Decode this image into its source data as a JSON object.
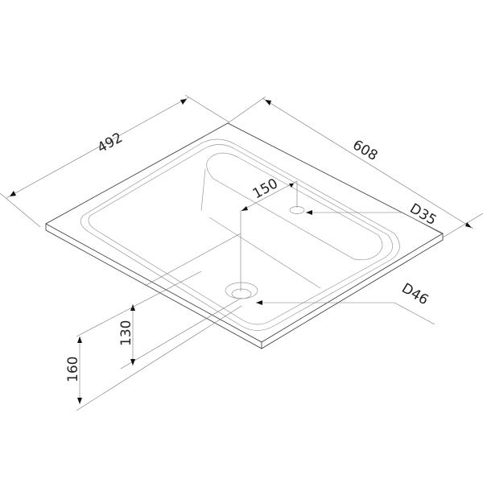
{
  "drawing": {
    "dimensions": {
      "depth": "492",
      "width": "608",
      "tap_offset": "150",
      "tap_hole": "D35",
      "drain_hole": "D46",
      "drain_height": "130",
      "drain_height_total": "160"
    }
  }
}
